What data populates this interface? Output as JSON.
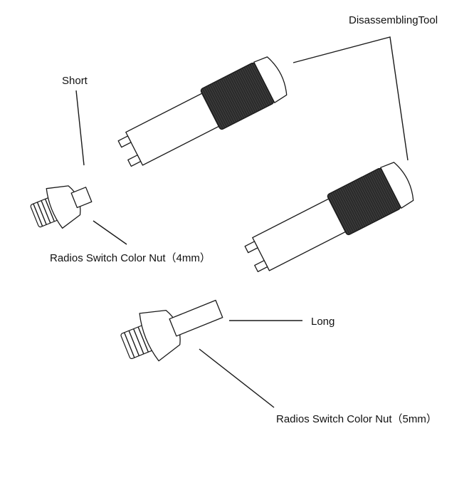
{
  "labels": {
    "tool": "DisassemblingTool",
    "short": "Short",
    "long": "Long",
    "nut_4mm": "Radios Switch Color Nut（4mm）",
    "nut_5mm": "Radios Switch Color Nut（5mm）"
  },
  "colors": {
    "line": "#1a1a1a",
    "knurl": "#2b2b2b",
    "background": "#ffffff"
  }
}
